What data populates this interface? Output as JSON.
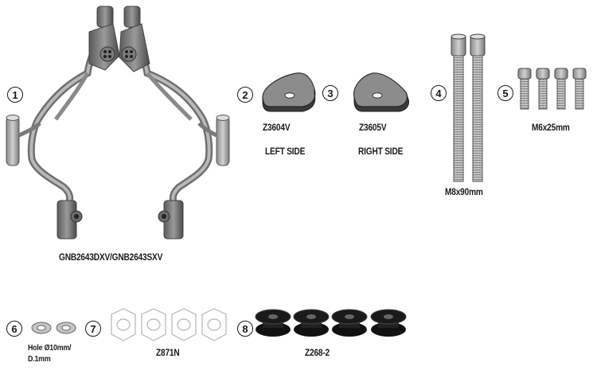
{
  "parts": [
    {
      "number": "1",
      "label": "GNB2643DXV/GNB2643SXV",
      "icon": "mounting-frame-brackets"
    },
    {
      "number": "2",
      "label": "Z3604V",
      "sublabel": "LEFT SIDE",
      "icon": "left-side-plate"
    },
    {
      "number": "3",
      "label": "Z3605V",
      "sublabel": "RIGHT SIDE",
      "icon": "right-side-plate"
    },
    {
      "number": "4",
      "label": "M8x90mm",
      "icon": "long-bolt"
    },
    {
      "number": "5",
      "label": "M6x25mm",
      "icon": "short-bolt"
    },
    {
      "number": "6",
      "label": "Hole Ø10mm/",
      "sublabel": "D.1mm",
      "icon": "washer"
    },
    {
      "number": "7",
      "label": "Z871N",
      "icon": "hex-nut"
    },
    {
      "number": "8",
      "label": "Z268-2",
      "icon": "rubber-spacer"
    }
  ]
}
